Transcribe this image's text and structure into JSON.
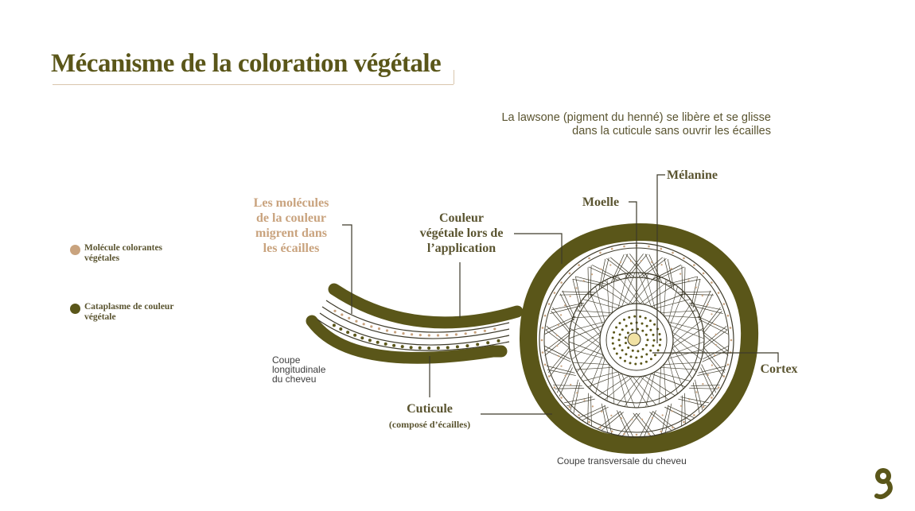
{
  "title": "Mécanisme de la coloration végétale",
  "caption_top": {
    "line1": "La lawsone (pigment du henné) se libère et se glisse",
    "line2": "dans la cuticule sans ouvrir les écailles"
  },
  "legend": [
    {
      "label": "Molécule colorantes végétales",
      "color": "#c9a37e"
    },
    {
      "label": "Cataplasme de couleur végétale",
      "color": "#5a5619"
    }
  ],
  "labels": {
    "molecules_migrate": [
      "Les molécules",
      "de la couleur",
      "migrent dans",
      "les écailles"
    ],
    "plant_color_application": [
      "Couleur",
      "végétale lors de",
      "l’application"
    ],
    "moelle": "Moelle",
    "melanine": "Mélanine",
    "cortex": "Cortex",
    "cuticule": "Cuticule",
    "cuticule_sub": "(composé d’écailles)",
    "longitudinal_section": [
      "Coupe",
      "longitudinale",
      "du cheveu"
    ],
    "transversal_section": "Coupe transversale du cheveu"
  },
  "colors": {
    "olive": "#5a5619",
    "tan": "#c9a37e",
    "text": "#5a5430",
    "line": "#3d3a2a"
  },
  "icons": {
    "logo": "brand-logo-icon"
  }
}
